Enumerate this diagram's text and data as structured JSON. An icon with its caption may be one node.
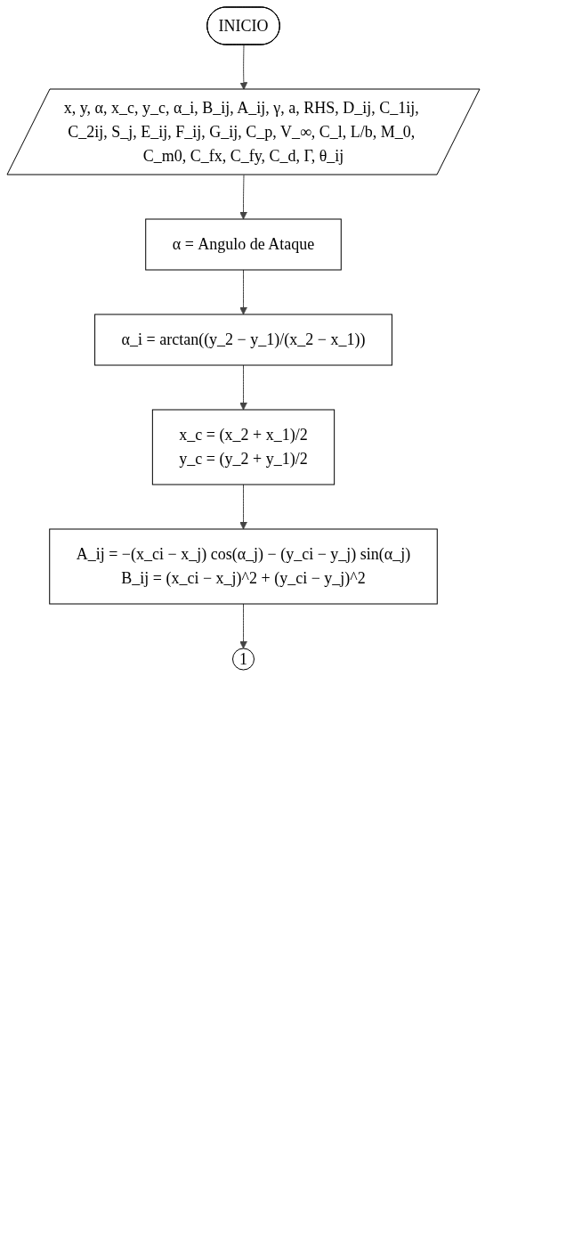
{
  "diagram": {
    "nodes": [
      {
        "text": [
          "INICIO"
        ]
      },
      {
        "text": [
          "x, y, α, x_c, y_c, α_i, B_ij, A_ij, γ, a, RHS, D_ij, C_1ij, C_2ij, S_j, E_ij, F_ij, G_ij, C_p, V_∞, C_l, L/b, M_0, C_m0, C_fx, C_fy, C_d, Γ, θ_ij"
        ]
      },
      {
        "text": [
          "α = Angulo de Ataque"
        ]
      },
      {
        "text": [
          "α_i = arctan((y_2 − y_1)/(x_2 − x_1))"
        ]
      },
      {
        "text": [
          "x_c = (x_2 + x_1)/2",
          "y_c = (y_2 + y_1)/2"
        ]
      },
      {
        "text": [
          "A_ij = −(x_ci − x_j) cos(α_j) − (y_ci − y_j) sin(α_j)",
          "B_ij = (x_ci − x_j)^2 + (y_ci − y_j)^2"
        ]
      },
      {
        "text": [
          "1"
        ]
      }
    ],
    "edges": [
      {
        "from": 0,
        "to": 1,
        "arrow": "to"
      },
      {
        "from": 1,
        "to": 2,
        "arrow": "to"
      },
      {
        "from": 2,
        "to": 3,
        "arrow": "to"
      },
      {
        "from": 3,
        "to": 4,
        "arrow": "to"
      },
      {
        "from": 4,
        "to": 5,
        "arrow": "to"
      },
      {
        "from": 5,
        "to": 6,
        "arrow": "to"
      }
    ]
  }
}
